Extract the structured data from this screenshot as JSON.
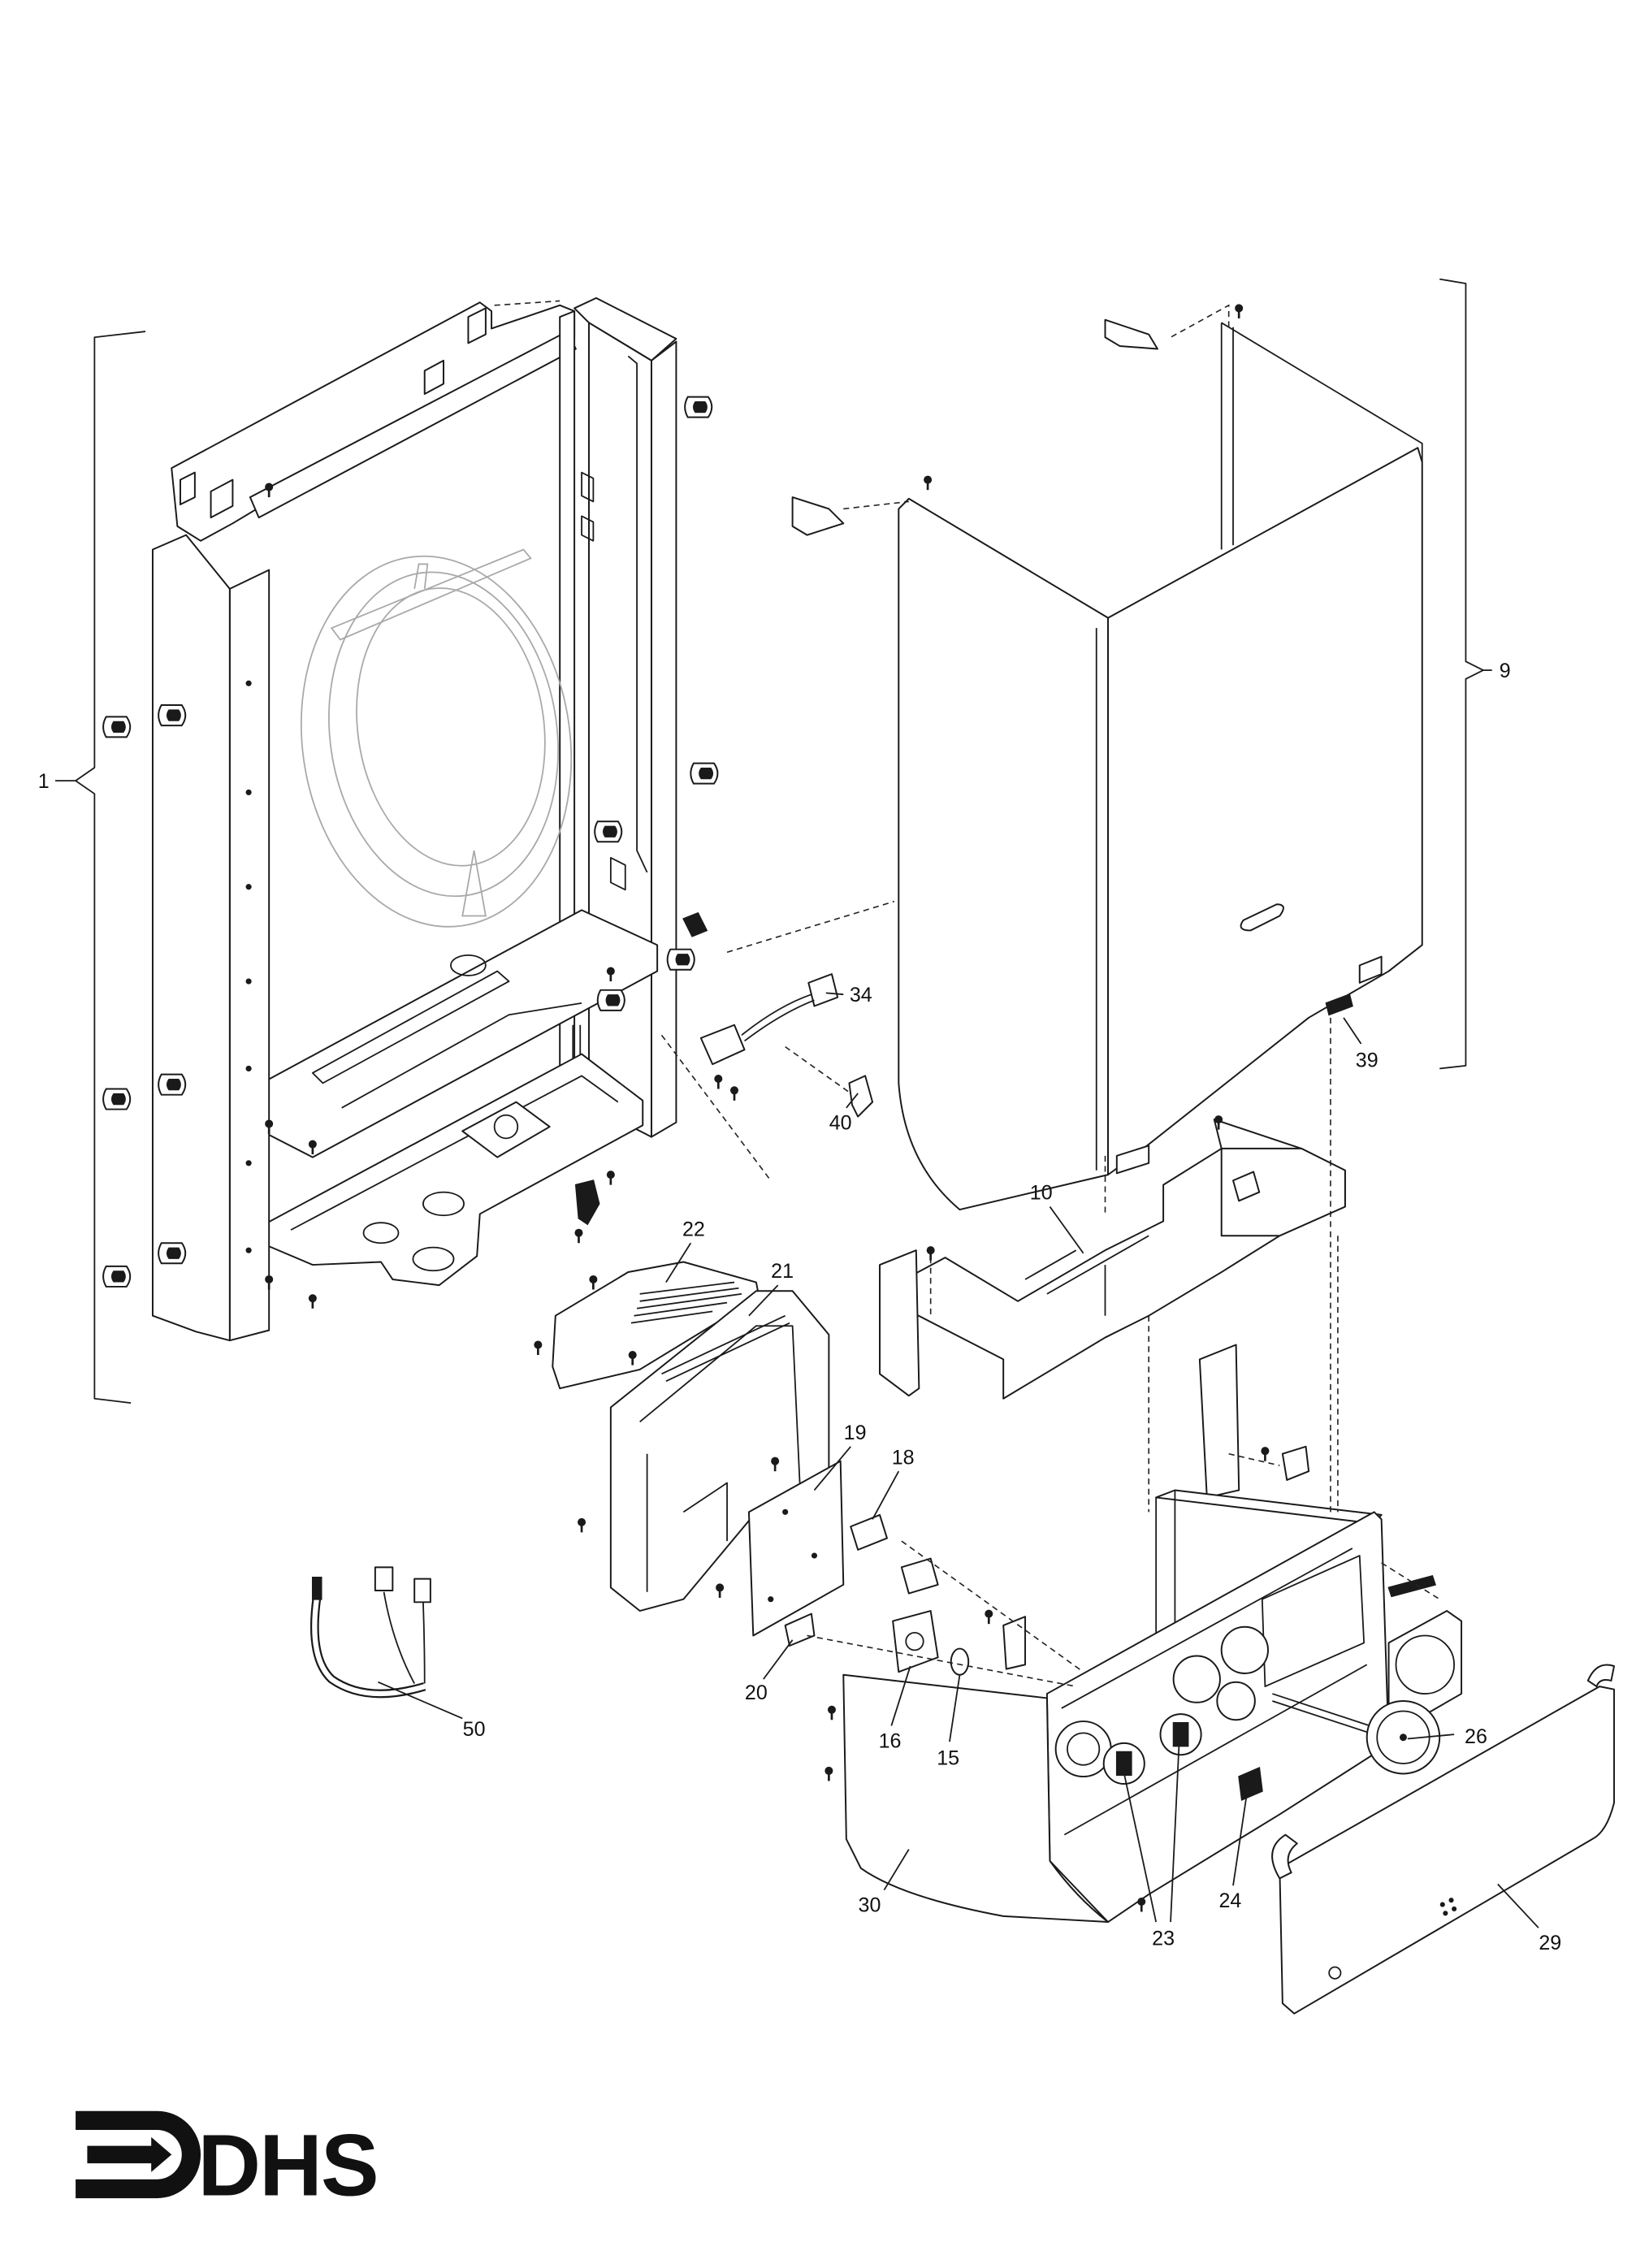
{
  "callouts": {
    "c1": "1",
    "c9": "9",
    "c34": "34",
    "c39": "39",
    "c40": "40",
    "c10": "10",
    "c22": "22",
    "c21": "21",
    "c19": "19",
    "c18": "18",
    "c20": "20",
    "c16": "16",
    "c15": "15",
    "c50": "50",
    "c30": "30",
    "c23": "23",
    "c24": "24",
    "c26": "26",
    "c29": "29"
  },
  "logo": {
    "text": "DHS"
  },
  "colors": {
    "line": "#1a1a1a",
    "ghost": "#a9a9a9",
    "background": "#ffffff"
  }
}
